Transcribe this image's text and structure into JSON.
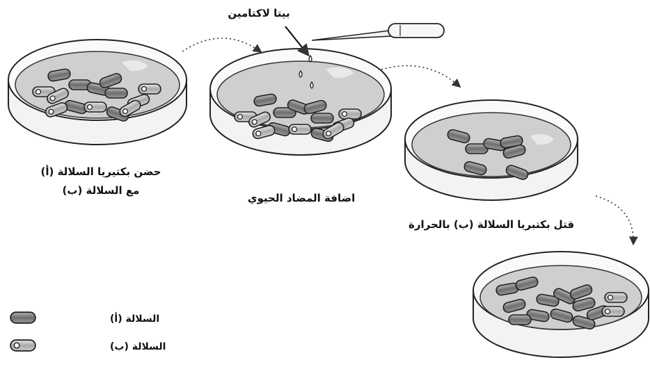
{
  "labels": {
    "antibiotic_name": "بيتا لاكتامين",
    "step1_line1": "حضن بكتيريا السلالة (أ)",
    "step1_line2": "مع السلالة (ب)",
    "step2": "اضافة المضاد الحيوي",
    "step3": "قتل بكتبريا السلالة (ب) بالحرارة"
  },
  "legend": {
    "strain_a": "السلالة (أ)",
    "strain_b": "السلالة (ب)"
  },
  "colors": {
    "dish_outline": "#222222",
    "medium": "#cfcfcf",
    "bacteria_a": "#8a8a8a",
    "bacteria_b": "#b8b8b8",
    "arrow": "#333333"
  }
}
